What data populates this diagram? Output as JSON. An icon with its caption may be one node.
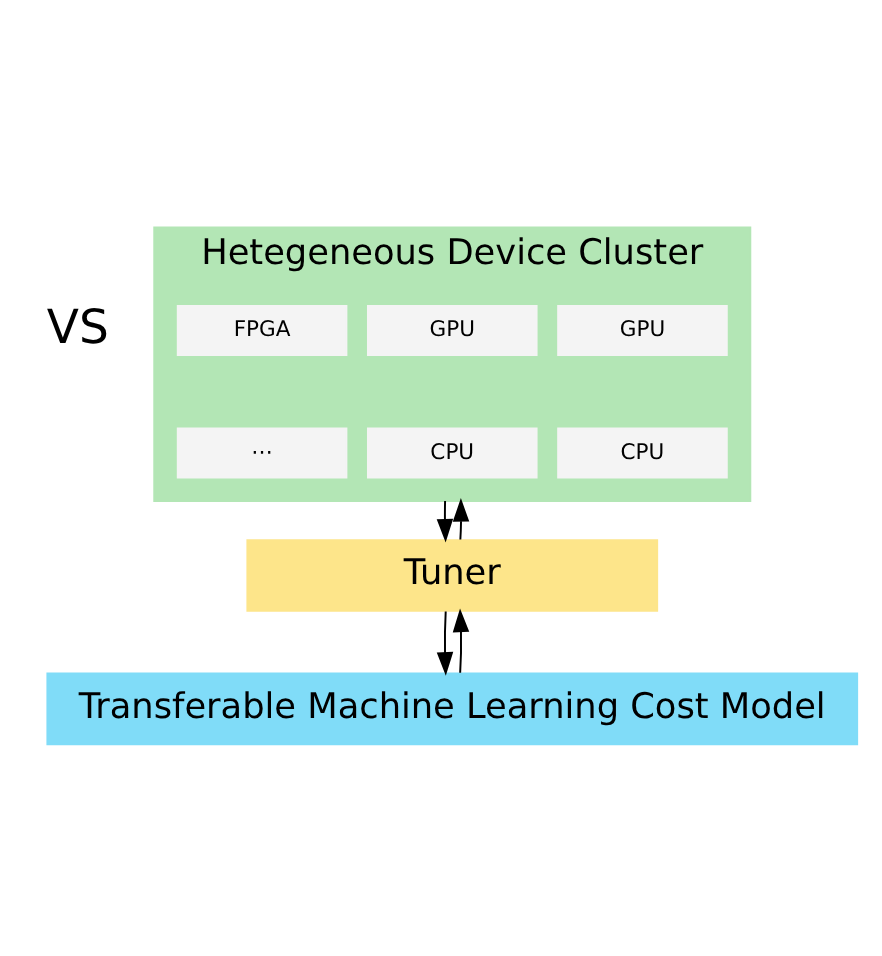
{
  "diagram": {
    "nodes": [
      {
        "text": [
          "Hetegeneous Device Cluster"
        ]
      },
      {
        "text": [
          "GPU"
        ],
        "in": 0
      },
      {
        "text": [
          "GPU"
        ],
        "in": 0
      },
      {
        "text": [
          "FPGA"
        ],
        "in": 0
      },
      {
        "text": [
          "CPU"
        ],
        "in": 0
      },
      {
        "text": [
          "CPU"
        ],
        "in": 0
      },
      {
        "text": [
          "⋯"
        ],
        "in": 0
      },
      {
        "text": [
          "Tuner"
        ]
      },
      {
        "text": [
          "Transferable Machine Learning Cost Model"
        ]
      }
    ],
    "edges": [
      {
        "from": 0,
        "to": 7,
        "arrow": "to"
      },
      {
        "from": 7,
        "to": 0,
        "arrow": "to"
      },
      {
        "from": 7,
        "to": 8,
        "arrow": "to"
      },
      {
        "from": 8,
        "to": 7,
        "arrow": "to"
      }
    ],
    "labels": [
      "VS"
    ]
  }
}
